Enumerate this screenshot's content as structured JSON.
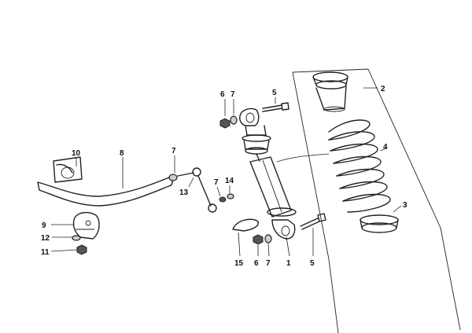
{
  "callouts": {
    "c1": "1",
    "c2": "2",
    "c3": "3",
    "c4": "4",
    "c5_top": "5",
    "c5_bottom": "5",
    "c6_top": "6",
    "c6_bottom": "6",
    "c7_top": "7",
    "c7_bottom": "7",
    "c7_link_top": "7",
    "c7_link_mid": "7",
    "c8": "8",
    "c9": "9",
    "c10": "10",
    "c11": "11",
    "c12": "12",
    "c13": "13",
    "c14": "14",
    "c15": "15"
  }
}
